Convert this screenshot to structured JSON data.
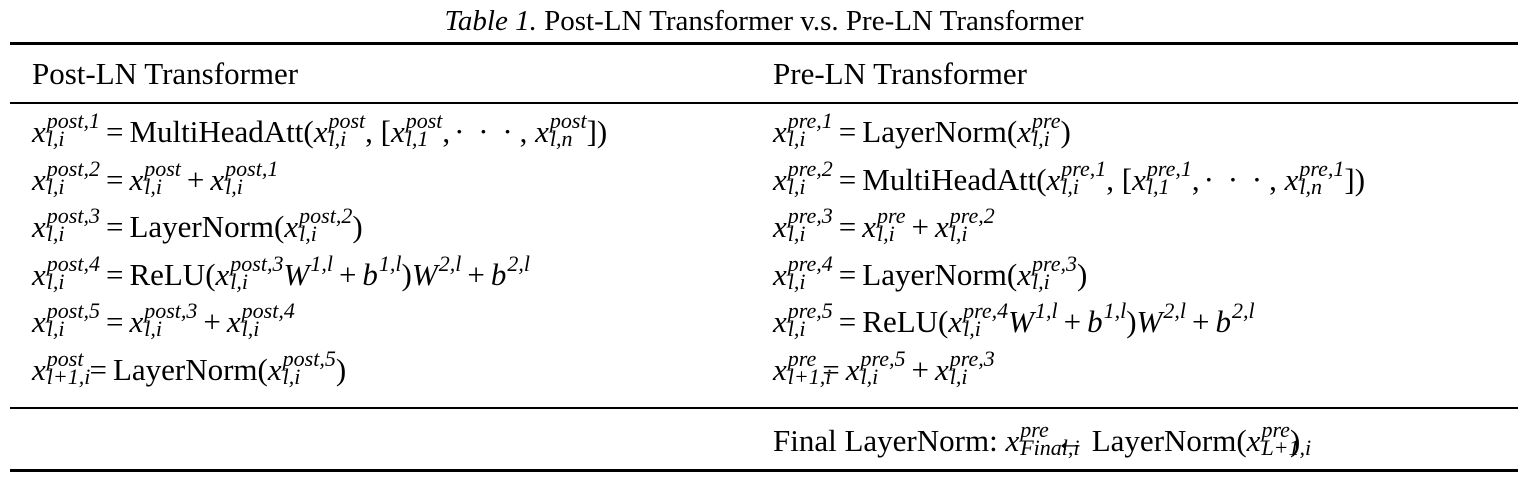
{
  "caption": {
    "label": "Table 1.",
    "title": "Post-LN Transformer v.s. Pre-LN Transformer"
  },
  "columns": {
    "post_header": "Post-LN Transformer",
    "pre_header": "Pre-LN Transformer"
  },
  "post_equations": [
    "x_{l,i}^{post,1} = MultiHeadAtt(x_{l,i}^{post}, [x_{l,1}^{post}, ..., x_{l,n}^{post}])",
    "x_{l,i}^{post,2} = x_{l,i}^{post} + x_{l,i}^{post,1}",
    "x_{l,i}^{post,3} = LayerNorm(x_{l,i}^{post,2})",
    "x_{l,i}^{post,4} = ReLU(x_{l,i}^{post,3} W^{1,l} + b^{1,l}) W^{2,l} + b^{2,l}",
    "x_{l,i}^{post,5} = x_{l,i}^{post,3} + x_{l,i}^{post,4}",
    "x_{l+1,i}^{post} = LayerNorm(x_{l,i}^{post,5})"
  ],
  "pre_equations": [
    "x_{l,i}^{pre,1} = LayerNorm(x_{l,i}^{pre})",
    "x_{l,i}^{pre,2} = MultiHeadAtt(x_{l,i}^{pre,1}, [x_{l,1}^{pre,1}, ..., x_{l,n}^{pre,1}])",
    "x_{l,i}^{pre,3} = x_{l,i}^{pre} + x_{l,i}^{pre,2}",
    "x_{l,i}^{pre,4} = LayerNorm(x_{l,i}^{pre,3})",
    "x_{l,i}^{pre,5} = ReLU(x_{l,i}^{pre,4} W^{1,l} + b^{1,l}) W^{2,l} + b^{2,l}",
    "x_{l+1,i}^{pre} = x_{l,i}^{pre,5} + x_{l,i}^{pre,3}"
  ],
  "final_row": {
    "label": "Final LayerNorm:",
    "equation": "x_{Final,i}^{pre} ← LayerNorm(x_{L+1,i}^{pre})"
  },
  "functions": {
    "mha": "MultiHeadAtt",
    "ln": "LayerNorm",
    "relu": "ReLU"
  }
}
